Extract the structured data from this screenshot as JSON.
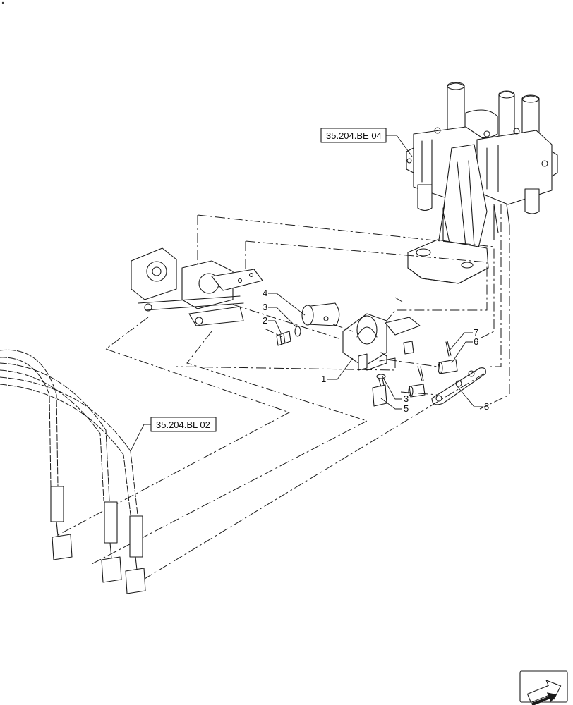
{
  "references": {
    "valve": "35.204.BE 04",
    "hoses": "35.204.BL 02"
  },
  "callouts": {
    "c1": "1",
    "c2": "2",
    "c3a": "3",
    "c3b": "3",
    "c4": "4",
    "c5": "5",
    "c6": "6",
    "c7": "7",
    "c8": "8"
  },
  "nav_icon": "arrow-right-icon"
}
